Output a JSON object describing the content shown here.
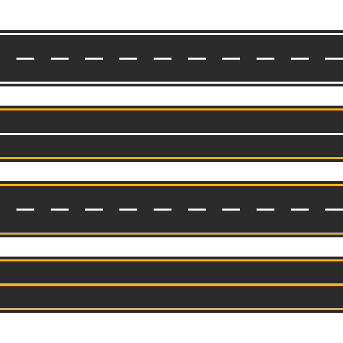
{
  "colors": {
    "background": "#ffffff",
    "asphalt": "#2b2b2b",
    "white_marking": "#ffffff",
    "yellow_marking": "#f5b400"
  },
  "roads": [
    {
      "edge_color": "white_marking",
      "center_style": "dashed",
      "center_color": "white_marking"
    },
    {
      "edge_color": "yellow_marking",
      "center_style": "solid",
      "center_color": "white_marking"
    },
    {
      "edge_color": "yellow_marking",
      "center_style": "dashed",
      "center_color": "white_marking"
    },
    {
      "edge_color": "yellow_marking",
      "center_style": "solid-thick",
      "center_color": "yellow_marking"
    }
  ]
}
